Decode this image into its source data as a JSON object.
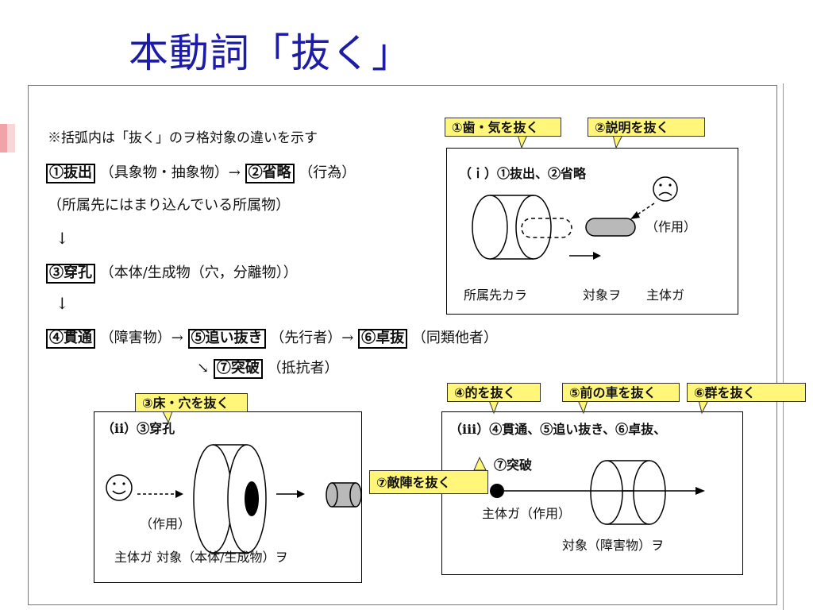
{
  "title": "本動詞「抜く」",
  "note": "※括弧内は「抜く」のヲ格対象の違いを示す",
  "flow": {
    "s1": "①抜出",
    "s1_paren": "（具象物・抽象物）→",
    "s2": "②省略",
    "s2_paren": "（行為）",
    "s1_sub": "（所属先にはまり込んでいる所属物）",
    "down_arrow": "↓",
    "s3": "③穿孔",
    "s3_paren": "（本体/生成物（穴，分離物））",
    "s4": "④貫通",
    "s4_paren": "（障害物）→",
    "s5": "⑤追い抜き",
    "s5_paren": "（先行者）→",
    "s6": "⑥卓抜",
    "s6_paren": "（同類他者）",
    "branch_arrow": "↘",
    "s7": "⑦突破",
    "s7_paren": "（抵抗者）"
  },
  "callouts": {
    "c1": "①歯・気を抜く",
    "c2": "②説明を抜く",
    "c3": "③床・穴を抜く",
    "c4": "④的を抜く",
    "c5": "⑤前の車を抜く",
    "c6": "⑥群を抜く",
    "c7": "⑦敵陣を抜く"
  },
  "panel_i": {
    "title": "（ｉ）①抜出、②省略",
    "action": "（作用）",
    "label_container": "所属先カラ",
    "label_object": "対象ヲ",
    "label_subject": "主体ガ"
  },
  "panel_ii": {
    "title": "（ii）③穿孔",
    "action": "（作用）",
    "bottom": "主体ガ 対象（本体/生成物）ヲ"
  },
  "panel_iii": {
    "title": "（iii）④貫通、⑤追い抜き、⑥卓抜、",
    "title2": "⑦突破",
    "subject": "主体ガ（作用）",
    "object": "対象（障害物）ヲ"
  },
  "colors": {
    "title": "#1c1ca8",
    "callout_fill": "#fff67a",
    "object_fill": "#b9b9b9",
    "accent_tab": "#f0a3a8"
  },
  "icons": [
    "frown-face-icon",
    "smile-face-icon"
  ]
}
